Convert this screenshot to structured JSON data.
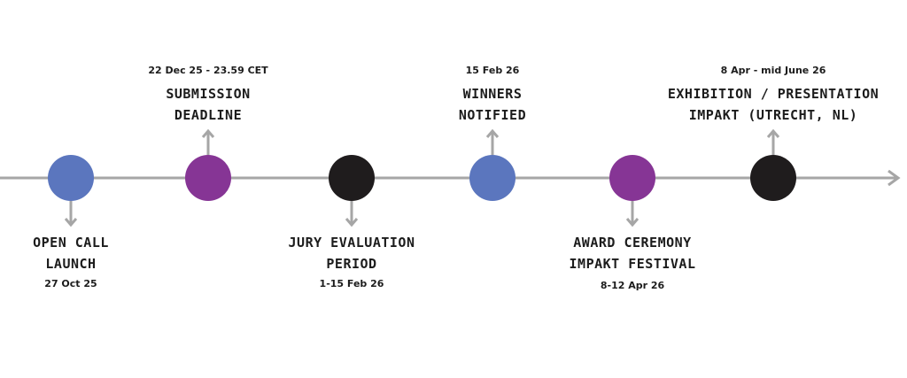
{
  "colors": {
    "line": "#a6a6a6",
    "blue": "#5b76be",
    "purple": "#863595",
    "black": "#1f1c1d"
  },
  "milestones": [
    {
      "title_lines": [
        "OPEN CALL",
        "LAUNCH"
      ],
      "date": "27 Oct 25",
      "color": "blue",
      "label_position": "below"
    },
    {
      "title_lines": [
        "SUBMISSION",
        "DEADLINE"
      ],
      "date": "22 Dec 25 - 23.59 CET",
      "color": "purple",
      "label_position": "above"
    },
    {
      "title_lines": [
        "JURY EVALUATION",
        "PERIOD"
      ],
      "date": "1-15 Feb 26",
      "color": "black",
      "label_position": "below"
    },
    {
      "title_lines": [
        "WINNERS",
        "NOTIFIED"
      ],
      "date": "15 Feb 26",
      "color": "blue",
      "label_position": "above"
    },
    {
      "title_lines": [
        "AWARD CEREMONY",
        "IMPAKT FESTIVAL"
      ],
      "date": "8-12 Apr 26",
      "color": "purple",
      "label_position": "below"
    },
    {
      "title_lines": [
        "EXHIBITION / PRESENTATION",
        "IMPAKT (UTRECHT, NL)"
      ],
      "date": "8 Apr - mid June 26",
      "color": "black",
      "label_position": "above"
    }
  ]
}
